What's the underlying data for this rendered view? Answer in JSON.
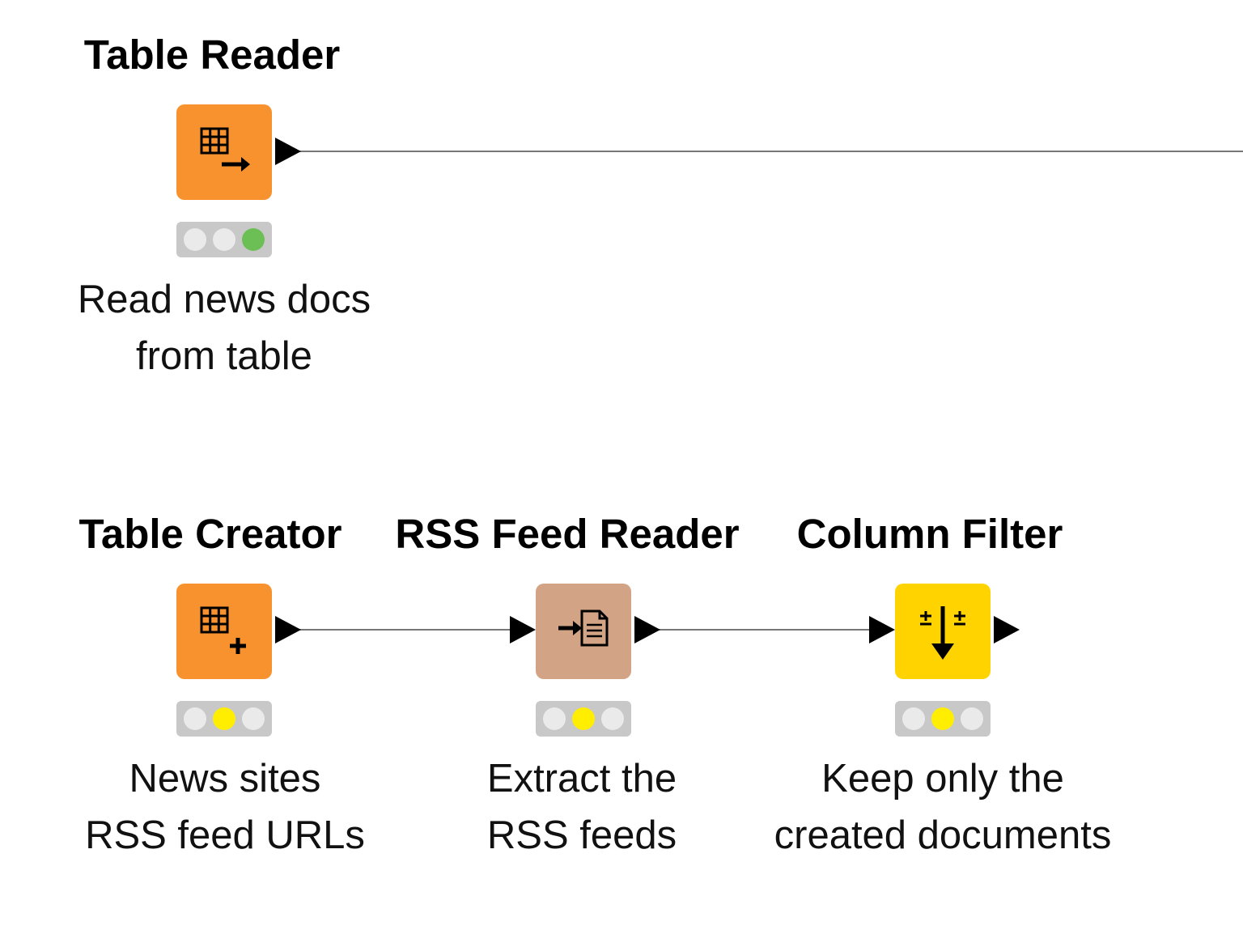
{
  "nodes": [
    {
      "id": "table-reader",
      "title": "Table Reader",
      "description": [
        "Read news docs",
        "from table"
      ],
      "color": "#f7922e",
      "icon": "table-arrow-icon",
      "status": "executed",
      "status_color": "#6cbf55"
    },
    {
      "id": "table-creator",
      "title": "Table Creator",
      "description": [
        "News sites",
        "RSS feed URLs"
      ],
      "color": "#f7922e",
      "icon": "table-plus-icon",
      "status": "configured",
      "status_color": "#ffee00"
    },
    {
      "id": "rss-feed-reader",
      "title": "RSS Feed Reader",
      "description": [
        "Extract the",
        "RSS feeds"
      ],
      "color": "#d2a384",
      "icon": "document-import-icon",
      "status": "configured",
      "status_color": "#ffee00"
    },
    {
      "id": "column-filter",
      "title": "Column Filter",
      "description": [
        "Keep only the",
        "created documents"
      ],
      "color": "#ffd300",
      "icon": "column-filter-icon",
      "status": "configured",
      "status_color": "#ffee00"
    }
  ],
  "connections": [
    {
      "from": "table-reader",
      "to": null
    },
    {
      "from": "table-creator",
      "to": "rss-feed-reader"
    },
    {
      "from": "rss-feed-reader",
      "to": "column-filter"
    }
  ]
}
